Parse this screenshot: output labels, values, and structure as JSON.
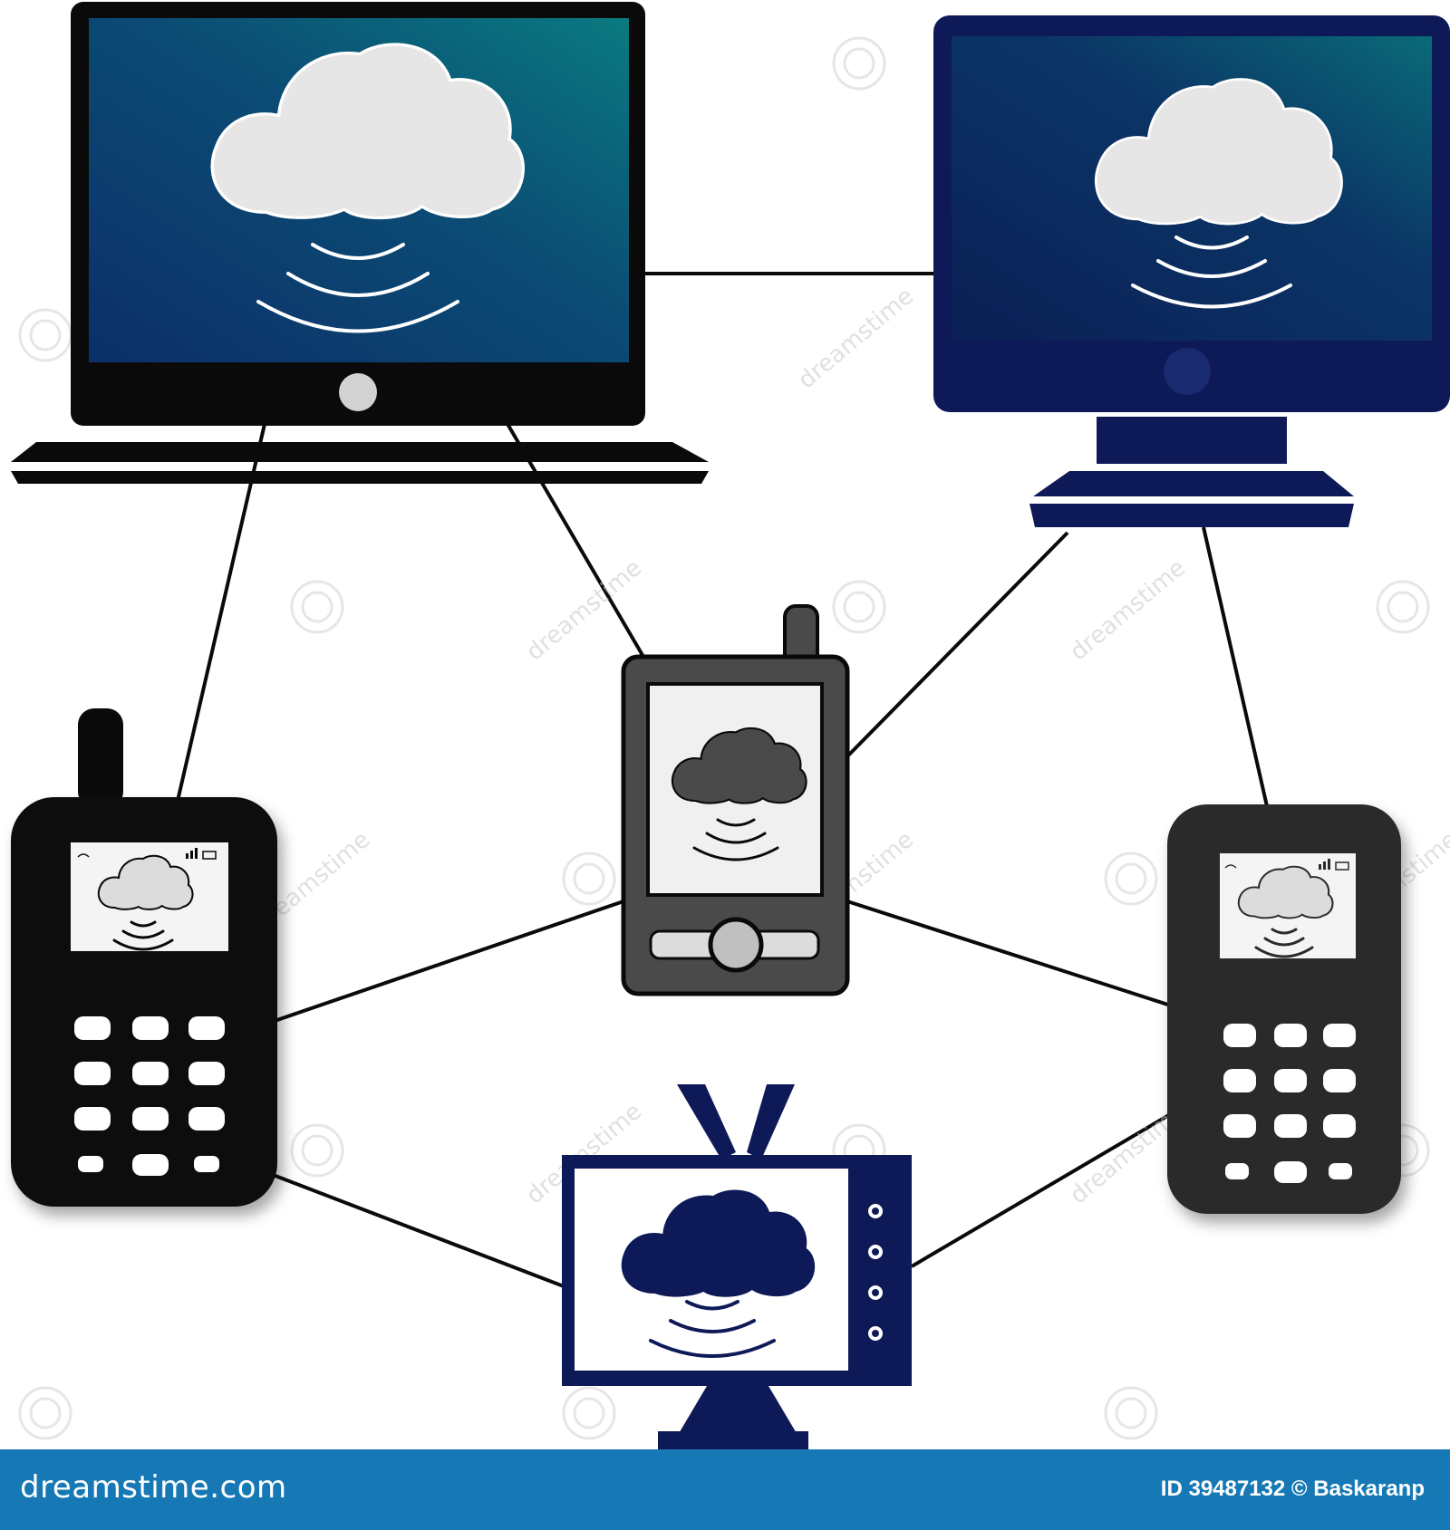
{
  "footer": {
    "brand": "dreamstime.com",
    "credit": "ID 39487132 © Baskaranp"
  },
  "watermark": {
    "text": "dreamstime"
  },
  "colors": {
    "navy": "#0e1a57",
    "black": "#0a0a0a",
    "dark_gray": "#2b2b2b",
    "screen_teal": "#0a6e7c",
    "screen_navy": "#0b2458",
    "cloud_light": "#e6e6e6",
    "footer_blue": "#1679b5"
  },
  "devices": [
    {
      "name": "laptop",
      "icon": "laptop-icon"
    },
    {
      "name": "desktop-monitor",
      "icon": "desktop-monitor-icon"
    },
    {
      "name": "smartphone",
      "icon": "smartphone-icon"
    },
    {
      "name": "cellphone-left",
      "icon": "cellphone-icon"
    },
    {
      "name": "cellphone-right",
      "icon": "cellphone-icon"
    },
    {
      "name": "television",
      "icon": "television-icon"
    }
  ]
}
